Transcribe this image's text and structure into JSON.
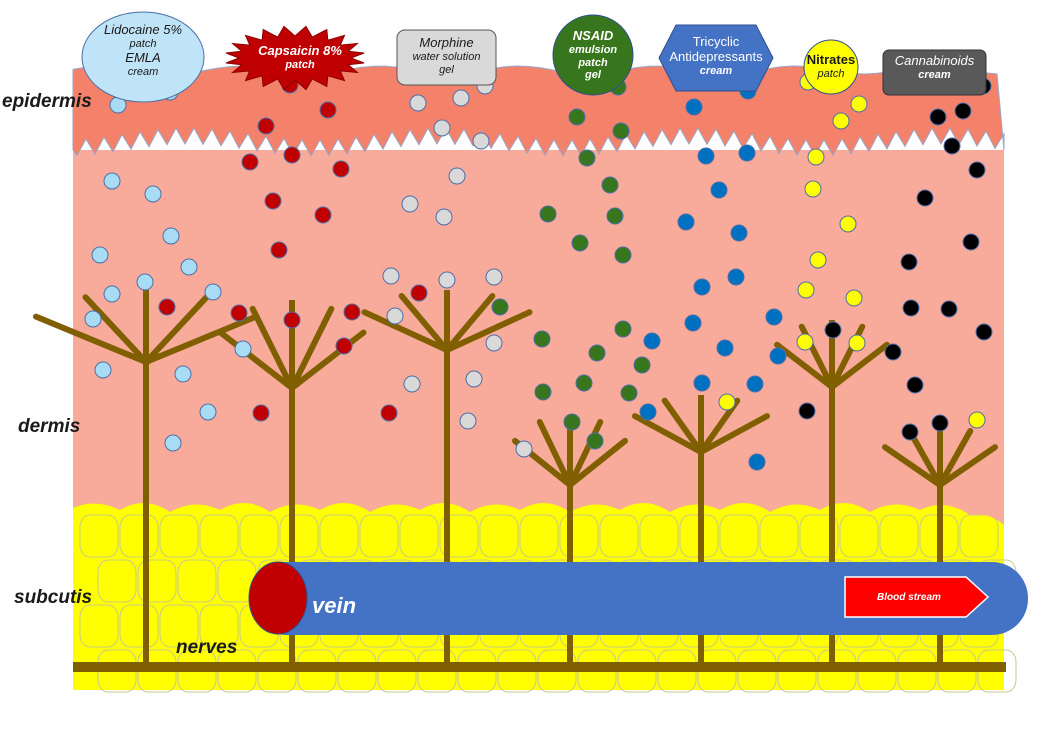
{
  "layers": {
    "epidermis": "epidermis",
    "dermis": "dermis",
    "subcutis": "subcutis"
  },
  "labels": {
    "nerves": "nerves",
    "vein": "vein",
    "blood_stream": "Blood stream"
  },
  "drugs": [
    {
      "id": "lidocaine",
      "lines": [
        "Lidocaine 5%",
        "patch",
        "EMLA",
        "cream"
      ],
      "shape": "ellipse",
      "fill": "#bfe4f7",
      "text_color": "#1a1a1a",
      "particle": "#a8dcf5"
    },
    {
      "id": "capsaicin",
      "lines": [
        "Capsaicin 8%",
        "patch"
      ],
      "shape": "starburst",
      "fill": "#c00000",
      "text_color": "#ffffff",
      "particle": "#c00000"
    },
    {
      "id": "morphine",
      "lines": [
        "Morphine",
        "water solution",
        "gel"
      ],
      "shape": "rounded-rect",
      "fill": "#d9d9d9",
      "text_color": "#1a1a1a",
      "particle": "#d9d9d9"
    },
    {
      "id": "nsaid",
      "lines": [
        "NSAID",
        "emulsion",
        "patch",
        "gel"
      ],
      "shape": "circle",
      "fill": "#38761d",
      "text_color": "#ffffff",
      "particle": "#38761d"
    },
    {
      "id": "tricyclic",
      "lines": [
        "Tricyclic",
        "Antidepressants",
        "cream"
      ],
      "shape": "hexagon",
      "fill": "#4472c4",
      "text_color": "#ffffff",
      "particle": "#0070c0"
    },
    {
      "id": "nitrates",
      "lines": [
        "Nitrates",
        "patch"
      ],
      "shape": "circle",
      "fill": "#ffff00",
      "text_color": "#1a1a1a",
      "particle": "#ffff00"
    },
    {
      "id": "cannabinoids",
      "lines": [
        "Cannabinoids",
        "cream"
      ],
      "shape": "rounded-rect",
      "fill": "#595959",
      "text_color": "#ffffff",
      "particle": "#000000"
    }
  ],
  "colors": {
    "epidermis": "#f4826b",
    "dermis": "#f8aa9b",
    "subcutis": "#ffff00",
    "nerve": "#7f5f00",
    "vein": "#4472c4",
    "vein_end": "#c00000",
    "arrow": "#ff0000"
  }
}
